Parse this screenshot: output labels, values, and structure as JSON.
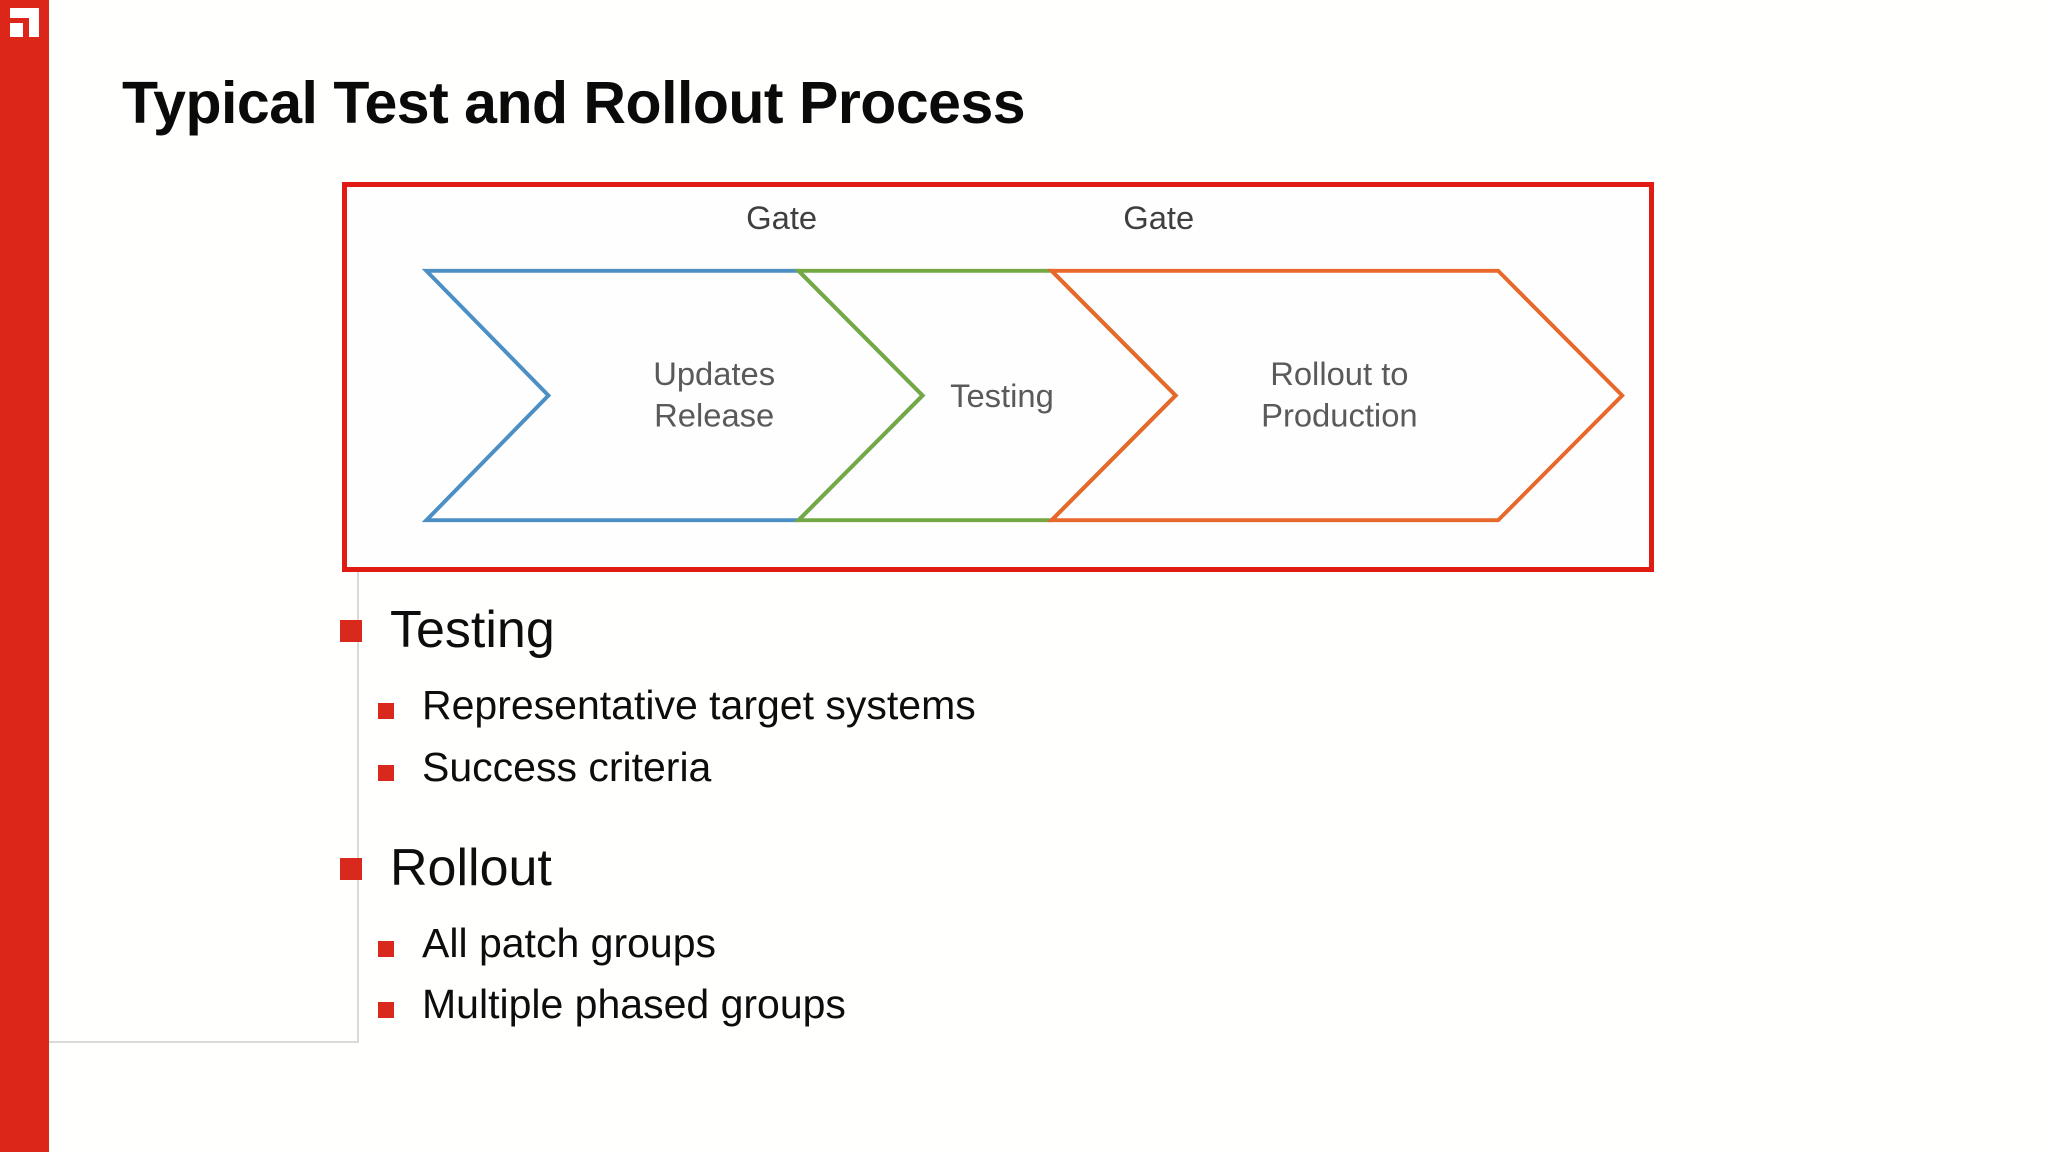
{
  "slide": {
    "title": "Typical Test and Rollout Process",
    "logo_icon": "corner-arrow-logo-icon",
    "accent_color": "#DC2619",
    "title_color": "#0A0A0A"
  },
  "diagram": {
    "border_color": "#E01B13",
    "gates": [
      {
        "label": "Gate"
      },
      {
        "label": "Gate"
      }
    ],
    "stages": [
      {
        "label_line1": "Updates",
        "label_line2": "Release",
        "color": "#4B8FC4"
      },
      {
        "label_line1": "Testing",
        "label_line2": "",
        "color": "#74A843"
      },
      {
        "label_line1": "Rollout to",
        "label_line2": "Production",
        "color": "#E8672A"
      }
    ],
    "label_color": "#5A5A5A"
  },
  "bullets": {
    "bullet_color": "#D8291C",
    "groups": [
      {
        "heading": "Testing",
        "items": [
          "Representative target systems",
          "Success criteria"
        ]
      },
      {
        "heading": "Rollout",
        "items": [
          "All patch groups",
          "Multiple phased groups"
        ]
      }
    ]
  }
}
